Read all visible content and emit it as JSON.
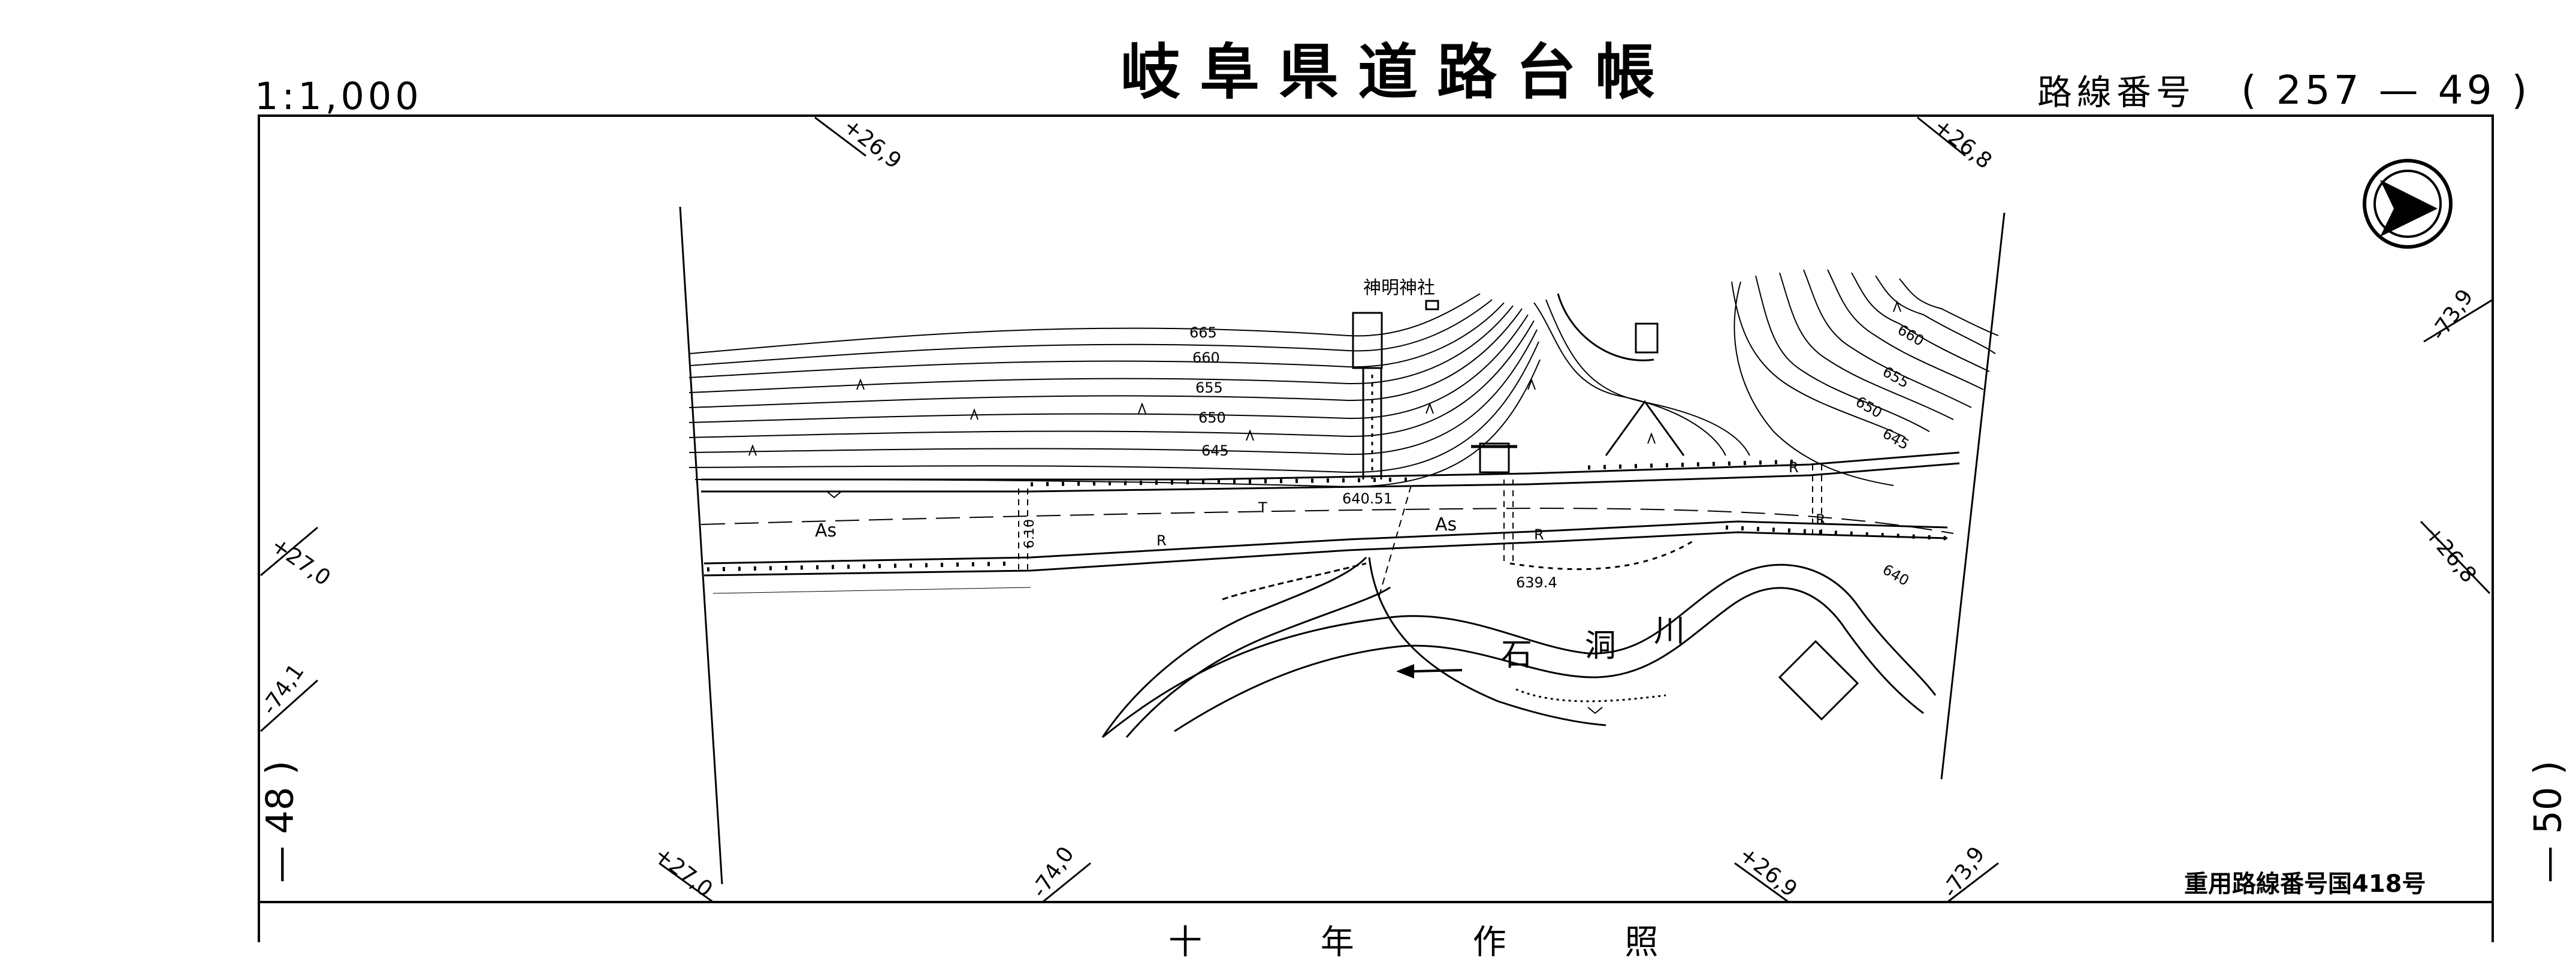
{
  "header": {
    "scale": "1:1,000",
    "title": "岐阜県道路台帳",
    "route_label": "路線番号",
    "route_number": "( 257 — 49 )"
  },
  "sheet_refs": {
    "left": "— 48 )",
    "right": "— 50 )"
  },
  "coords": {
    "top_left": "+26,9",
    "top_right": "+26,8",
    "right_upper": "-73,9",
    "right_mid": "+26,8",
    "left_upper": "+27,0",
    "left_mid": "-74,1",
    "bottom_1": "+27,0",
    "bottom_2": "-74,0",
    "bottom_3": "+26,9",
    "bottom_4": "-73,9"
  },
  "map_labels": {
    "shrine": "神明神社",
    "river_1": "石",
    "river_2": "洞",
    "river_3": "川",
    "road_surface_1": "As",
    "road_surface_2": "As",
    "elev_665": "665",
    "elev_660": "660",
    "elev_655": "655",
    "elev_650": "650",
    "elev_645": "645",
    "elev_660_r": "660",
    "elev_655_r": "655",
    "elev_650_r": "650",
    "elev_645_r": "645",
    "elev_640_r": "640",
    "spot_height_1": "640.51",
    "spot_height_2": "639.4",
    "width_mark": "6.10",
    "r_mark_1": "R",
    "r_mark_2": "R",
    "r_mark_3": "R",
    "r_mark_4": "R",
    "t_mark": "T"
  },
  "footer": {
    "route_ref": "重用路線番号国418号",
    "cut_text": "十 年 作 照"
  },
  "colors": {
    "ink": "#000000",
    "paper": "#ffffff"
  },
  "icons": {
    "north_arrow": "north-arrow-icon"
  }
}
